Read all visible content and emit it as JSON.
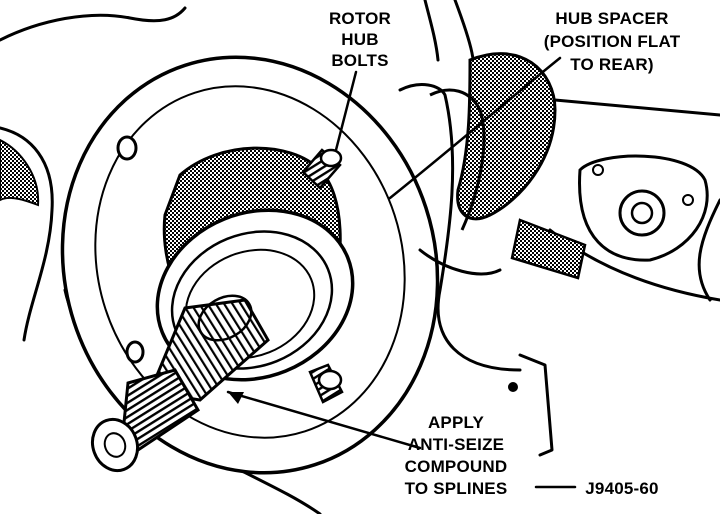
{
  "labels": {
    "rotor_hub_bolts": [
      "ROTOR",
      "HUB",
      "BOLTS"
    ],
    "hub_spacer": [
      "HUB SPACER",
      "(POSITION FLAT",
      "TO REAR)"
    ],
    "apply_anti_seize": [
      "APPLY",
      "ANTI-SEIZE",
      "COMPOUND",
      "TO SPLINES"
    ],
    "figure_id": "J9405-60"
  },
  "colors": {
    "ink": "#000000",
    "paper": "#ffffff",
    "shade": "#6b6b6b"
  }
}
